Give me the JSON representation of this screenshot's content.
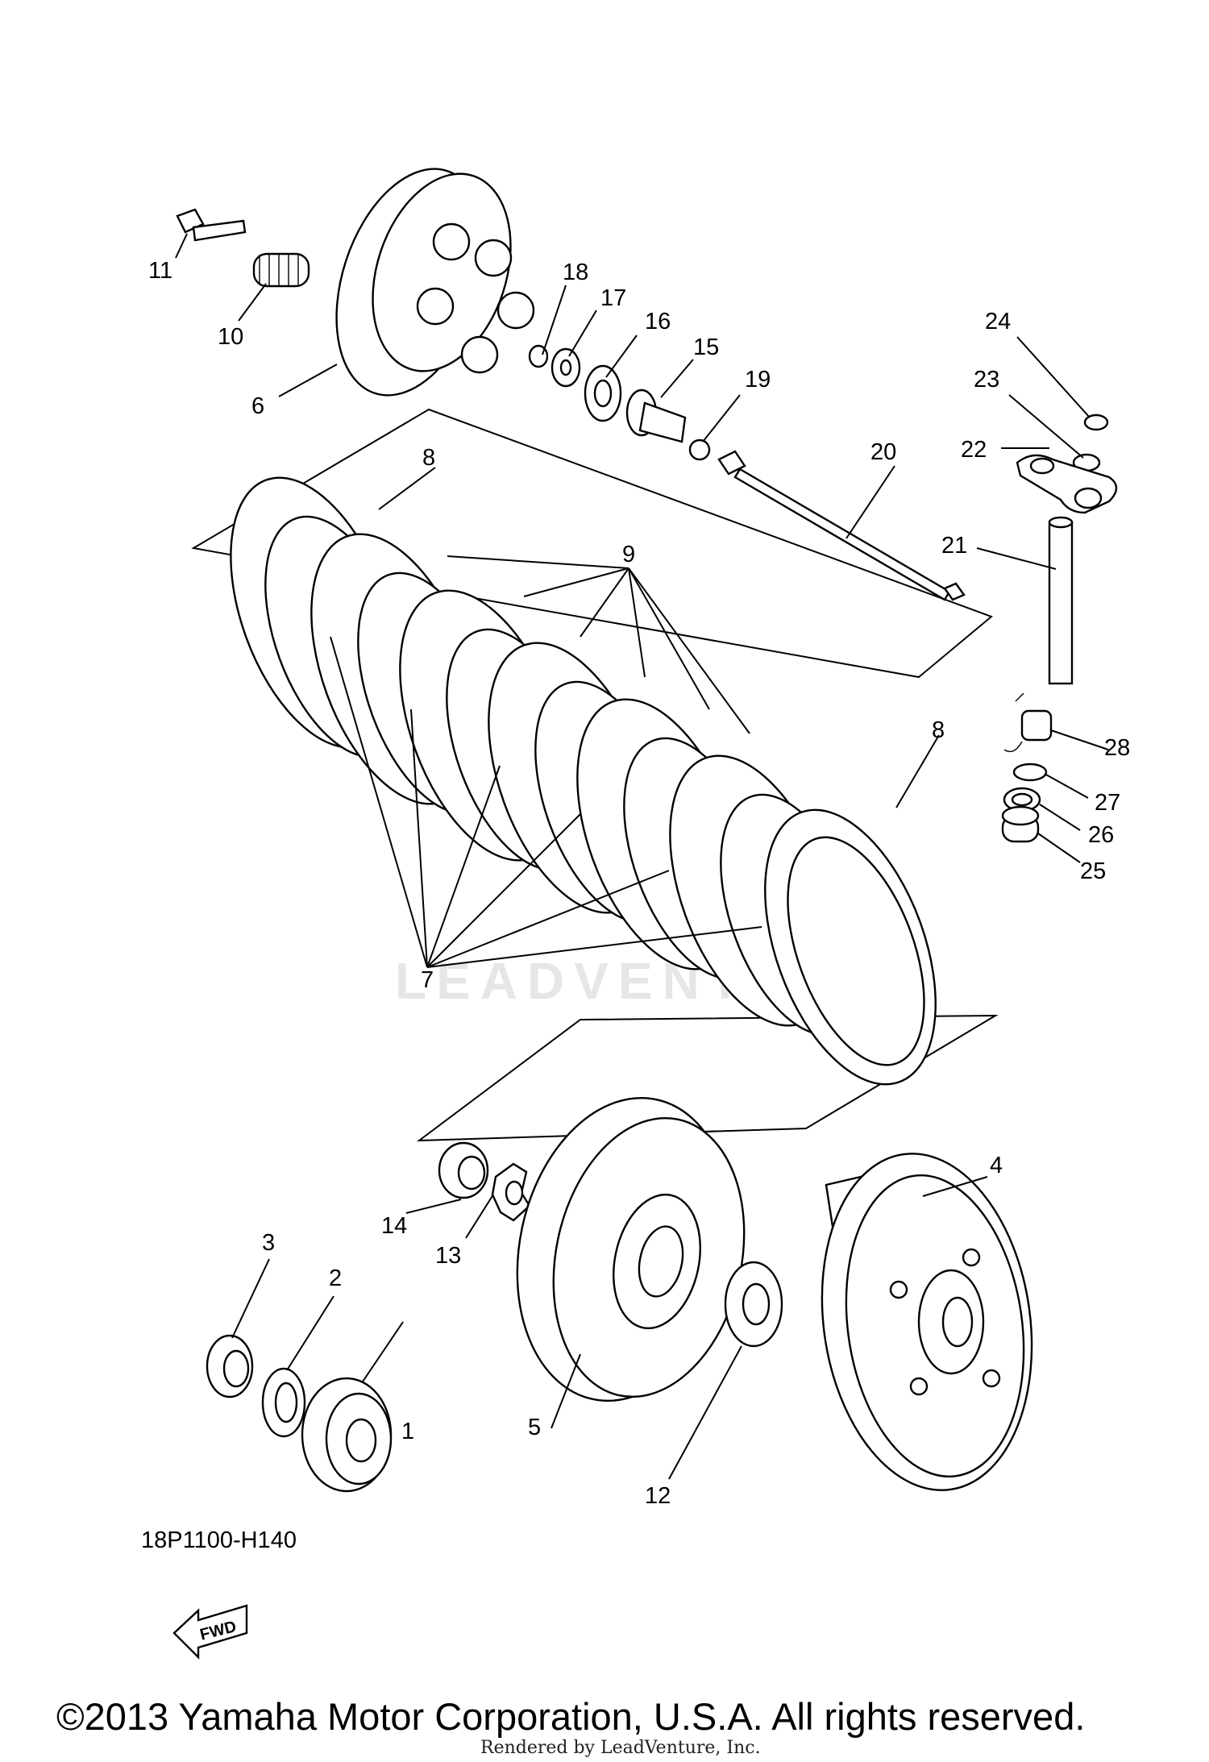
{
  "diagram_code": "18P1100-H140",
  "copyright": "©2013 Yamaha Motor Corporation, U.S.A. All rights reserved.",
  "rendered_by": "Rendered by LeadVenture, Inc.",
  "watermark": "LEADVENTURE",
  "fwd_label": "FWD",
  "callouts": {
    "c1": "1",
    "c2": "2",
    "c3": "3",
    "c4": "4",
    "c5": "5",
    "c6": "6",
    "c7": "7",
    "c8a": "8",
    "c8b": "8",
    "c9": "9",
    "c10": "10",
    "c11": "11",
    "c12": "12",
    "c13": "13",
    "c14": "14",
    "c15": "15",
    "c16": "16",
    "c17": "17",
    "c18": "18",
    "c19": "19",
    "c20": "20",
    "c21": "21",
    "c22": "22",
    "c23": "23",
    "c24": "24",
    "c25": "25",
    "c26": "26",
    "c27": "27",
    "c28": "28"
  }
}
